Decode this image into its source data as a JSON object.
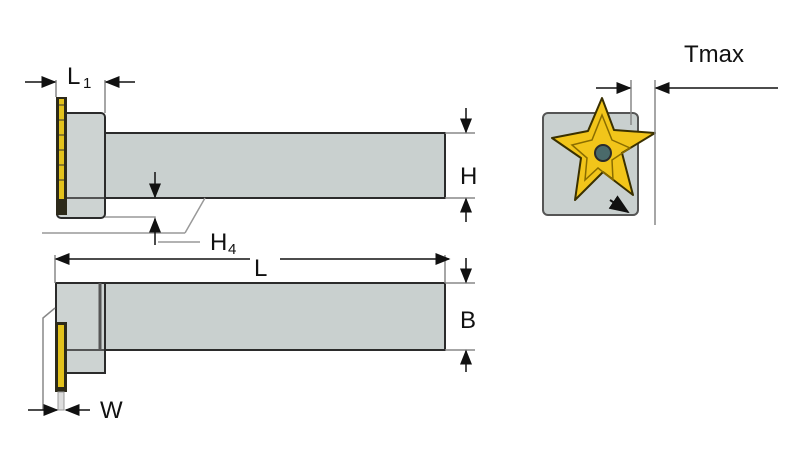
{
  "labels": {
    "l1": "L",
    "l1_sub": "1",
    "h": "H",
    "h4": "H",
    "h4_sub": "4",
    "l": "L",
    "b": "B",
    "w": "W",
    "tmax": "Tmax"
  },
  "colors": {
    "body": "#c9d0cf",
    "edge": "#2b2b2b",
    "insert": "#f2c51a",
    "dim": "#8a8a8a"
  }
}
